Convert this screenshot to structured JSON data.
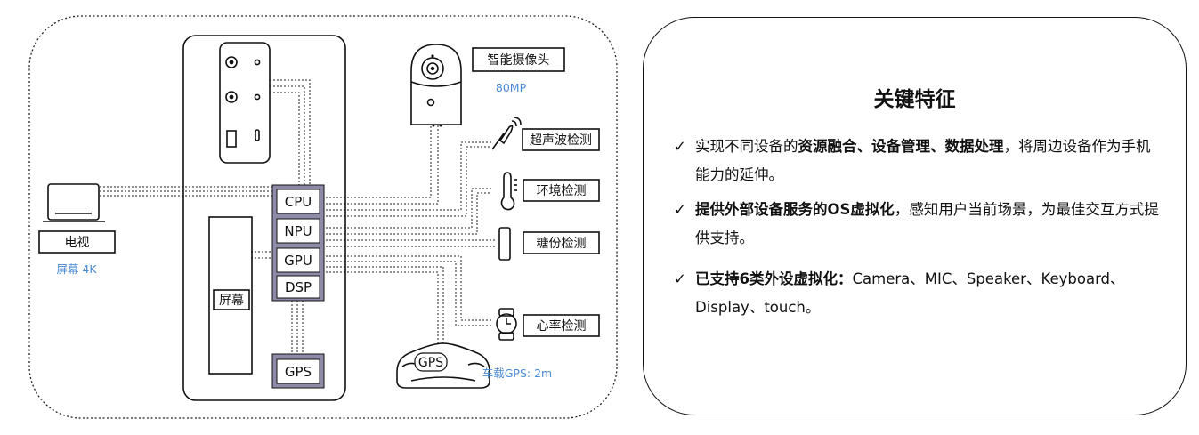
{
  "diagram": {
    "tv_label": "电视",
    "tv_caption": "屏幕 4K",
    "phone_screen_label": "屏幕",
    "chips": [
      "CPU",
      "NPU",
      "GPU",
      "DSP"
    ],
    "gps_chip": "GPS",
    "camera_label": "智能摄像头",
    "camera_caption": "80MP",
    "sensors": {
      "ultrasonic": "超声波检测",
      "environment": "环境检测",
      "glucose": "糖份检测",
      "heart_rate": "心率检测"
    },
    "car_badge": "GPS",
    "car_caption": "车载GPS: 2m"
  },
  "features": {
    "title": "关键特征",
    "check": "✓",
    "items": [
      {
        "pre": "实现不同设备的",
        "bold": "资源融合、设备管理、数据处理",
        "post": "，将周边设备作为手机能力的延伸。"
      },
      {
        "pre": "",
        "bold": "提供外部设备服务的OS虚拟化",
        "post": "，感知用户当前场景，为最佳交互方式提供支持。"
      },
      {
        "pre": "",
        "bold": "已支持6类外设虚拟化：",
        "post": "Camera、MIC、Speaker、Keyboard、Display、touch。"
      }
    ]
  }
}
